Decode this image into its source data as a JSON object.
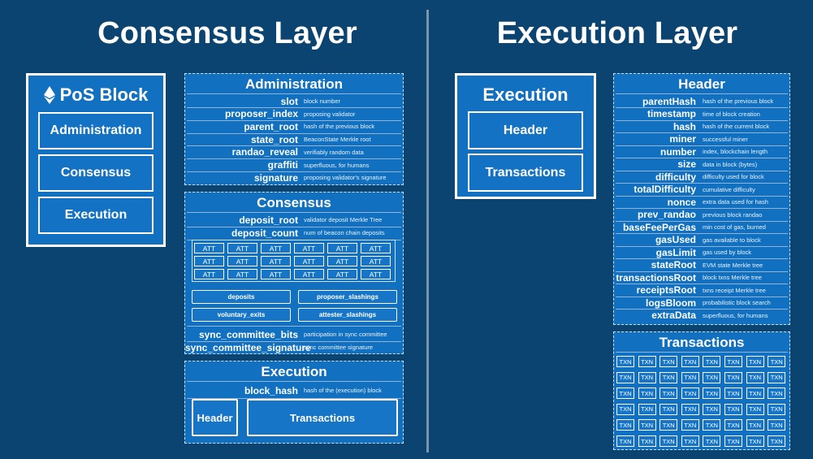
{
  "titles": {
    "consensus": "Consensus Layer",
    "execution": "Execution Layer"
  },
  "pos_block": {
    "title": "PoS Block",
    "items": [
      "Administration",
      "Consensus",
      "Execution"
    ]
  },
  "execution_block": {
    "title": "Execution",
    "items": [
      "Header",
      "Transactions"
    ]
  },
  "administration": {
    "title": "Administration",
    "fields": [
      {
        "key": "slot",
        "desc": "block number"
      },
      {
        "key": "proposer_index",
        "desc": "proposing validator"
      },
      {
        "key": "parent_root",
        "desc": "hash of the previous block"
      },
      {
        "key": "state_root",
        "desc": "BeaconState Merkle root"
      },
      {
        "key": "randao_reveal",
        "desc": "verifiably random data"
      },
      {
        "key": "graffiti",
        "desc": "superfluous, for humans"
      },
      {
        "key": "signature",
        "desc": "proposing validator's signature"
      }
    ]
  },
  "consensus": {
    "title": "Consensus",
    "top_fields": [
      {
        "key": "deposit_root",
        "desc": "validator deposit Merkle Tree"
      },
      {
        "key": "deposit_count",
        "desc": "num of beacon chain deposits"
      }
    ],
    "att_label": "ATT",
    "pills": [
      "deposits",
      "proposer_slashings",
      "voluntary_exits",
      "attester_slashings"
    ],
    "bottom_fields": [
      {
        "key": "sync_committee_bits",
        "desc": "participation in sync committee"
      },
      {
        "key": "sync_committee_signature",
        "desc": "sync committee signature"
      }
    ]
  },
  "execution_panel": {
    "title": "Execution",
    "field": {
      "key": "block_hash",
      "desc": "hash of the (execution) block"
    },
    "header_label": "Header",
    "transactions_label": "Transactions"
  },
  "header_panel": {
    "title": "Header",
    "fields": [
      {
        "key": "parentHash",
        "desc": "hash of the previous block"
      },
      {
        "key": "timestamp",
        "desc": "time of block creation"
      },
      {
        "key": "hash",
        "desc": "hash of the current block"
      },
      {
        "key": "miner",
        "desc": "successful miner"
      },
      {
        "key": "number",
        "desc": "index, blockchain length"
      },
      {
        "key": "size",
        "desc": "data in block (bytes)"
      },
      {
        "key": "difficulty",
        "desc": "difficulty used for block"
      },
      {
        "key": "totalDifficulty",
        "desc": "cumulative difficulty"
      },
      {
        "key": "nonce",
        "desc": "extra data used for hash"
      },
      {
        "key": "prev_randao",
        "desc": "previous block randao"
      },
      {
        "key": "baseFeePerGas",
        "desc": "min cost of gas, burned"
      },
      {
        "key": "gasUsed",
        "desc": "gas available to block"
      },
      {
        "key": "gasLimit",
        "desc": "gas used by block"
      },
      {
        "key": "stateRoot",
        "desc": "EVM state Merkle tree"
      },
      {
        "key": "transactionsRoot",
        "desc": "block txns Merkle tree"
      },
      {
        "key": "receiptsRoot",
        "desc": "txns receipt Merkle tree"
      },
      {
        "key": "logsBloom",
        "desc": "probabilistic block search"
      },
      {
        "key": "extraData",
        "desc": "superfluous, for humans"
      }
    ]
  },
  "transactions_panel": {
    "title": "Transactions",
    "txn_label": "TXN"
  },
  "colors": {
    "background": "#0b4470",
    "panel": "#1170bf",
    "text": "#ffffff"
  },
  "icons": {
    "pos_block": "ethereum-diamond-icon"
  }
}
